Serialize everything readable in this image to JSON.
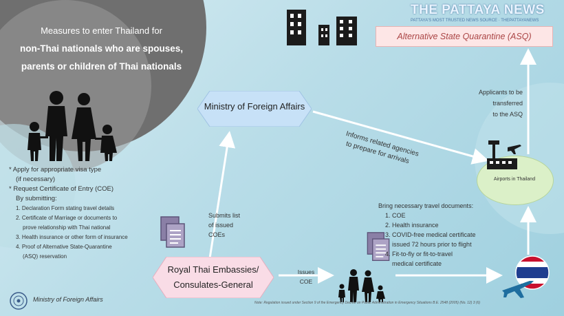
{
  "infographic": {
    "title_line1": "Measures to enter Thailand for",
    "title_line2": "non-Thai nationals who are spouses,",
    "title_line3": "parents or children of Thai nationals",
    "brand_name": "THE PATTAYA NEWS",
    "brand_tagline": "PATTAYA'S MOST TRUSTED NEWS SOURCE · THEPATTAYANEWS",
    "asq_box": "Alternative State Quarantine (ASQ)",
    "mofa_box": "Ministry of Foreign Affairs",
    "embassy_box_line1": "Royal Thai Embassies/",
    "embassy_box_line2": "Consulates-General",
    "airport_label": "Airports in Thailand",
    "informs_line1": "Informs related agencies",
    "informs_line2": "to prepare for arrivals",
    "transfer_line1": "Applicants to be",
    "transfer_line2": "transferred",
    "transfer_line3": "to the ASQ",
    "submits_line1": "Submits list",
    "submits_line2": "of issued",
    "submits_line3": "COEs",
    "issues_line1": "Issues",
    "issues_line2": "COE",
    "apply_line1": "* Apply for appropriate visa type",
    "apply_line2": "(if necessary)",
    "request_line": "* Request Certificate of Entry (COE)",
    "by_submitting": "By submitting:",
    "submit_items": [
      "1. Declaration Form stating travel details",
      "2. Certificate of Marriage or documents to",
      "prove relationship with Thai national",
      "3. Health insurance or other form of insurance",
      "4. Proof of Alternative State-Quarantine",
      "(ASQ) reservation"
    ],
    "docs_header": "Bring necessary travel documents:",
    "docs_items": [
      "1. COE",
      "2. Health insurance",
      "3. COVID-free medical certificate",
      "issued 72 hours prior to flight",
      "4. Fit-to-fly or fit-to-travel",
      "medical certificate"
    ],
    "footer_org": "Ministry of Foreign Affairs",
    "note": "Note: Regulation issued under Section 9 of the Emergency Decree on Public Administration in Emergency Situations B.E. 2548 (2005) (No. 12) 3 (6)",
    "colors": {
      "background": "#b9dde8",
      "asq_fill": "#fde6e6",
      "asq_text": "#aa4444",
      "mofa_fill": "#c7e1f7",
      "embassy_fill": "#f9dce6",
      "airport_fill": "#dbf0c8",
      "arrow": "#ffffff",
      "flag_red": "#c8102e",
      "flag_blue": "#1e3d8f"
    },
    "icons": [
      "family-icon",
      "building-icon",
      "document-icon",
      "airport-icon",
      "airplane-icon",
      "thai-flag-icon",
      "mofa-seal-icon"
    ]
  }
}
